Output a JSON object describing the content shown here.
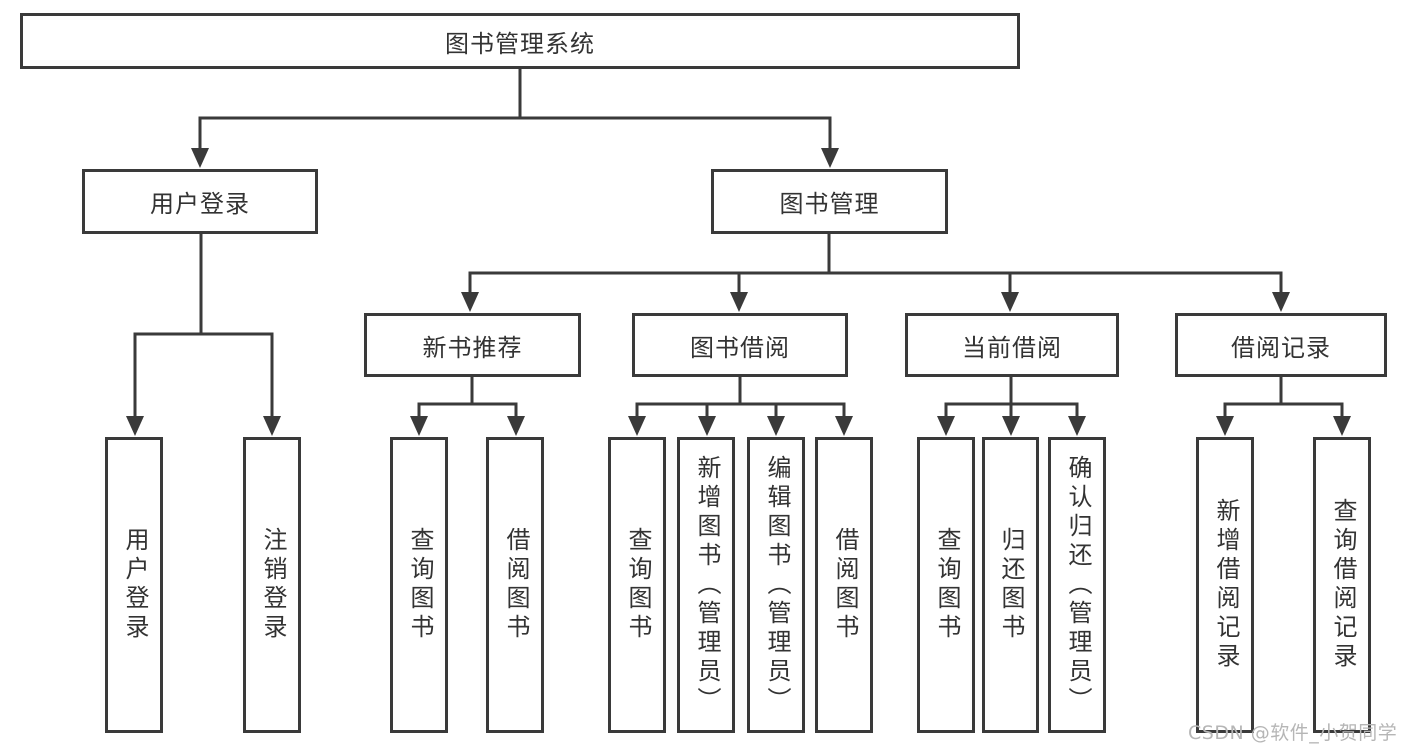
{
  "diagram": {
    "nodes": {
      "root": "图书管理系统",
      "user_login": "用户登录",
      "book_management": "图书管理",
      "new_books": "新书推荐",
      "book_borrowing": "图书借阅",
      "current_borrowing": "当前借阅",
      "borrowing_records": "借阅记录",
      "leaf_user_login": "用户登录",
      "leaf_logout": "注销登录",
      "leaf_nb_query_books": "查询图书",
      "leaf_nb_borrow_books": "借阅图书",
      "leaf_bb_query_books": "查询图书",
      "leaf_bb_add_books": "新增图书（管理员）",
      "leaf_bb_edit_books": "编辑图书（管理员）",
      "leaf_bb_borrow_books": "借阅图书",
      "leaf_cb_query_books": "查询图书",
      "leaf_cb_return_books": "归还图书",
      "leaf_cb_confirm_return": "确认归还（管理员）",
      "leaf_br_add_record": "新增借阅记录",
      "leaf_br_query_record": "查询借阅记录"
    },
    "edges": [
      [
        "root",
        "user_login"
      ],
      [
        "root",
        "book_management"
      ],
      [
        "user_login",
        "leaf_user_login"
      ],
      [
        "user_login",
        "leaf_logout"
      ],
      [
        "book_management",
        "new_books"
      ],
      [
        "book_management",
        "book_borrowing"
      ],
      [
        "book_management",
        "current_borrowing"
      ],
      [
        "book_management",
        "borrowing_records"
      ],
      [
        "new_books",
        "leaf_nb_query_books"
      ],
      [
        "new_books",
        "leaf_nb_borrow_books"
      ],
      [
        "book_borrowing",
        "leaf_bb_query_books"
      ],
      [
        "book_borrowing",
        "leaf_bb_add_books"
      ],
      [
        "book_borrowing",
        "leaf_bb_edit_books"
      ],
      [
        "book_borrowing",
        "leaf_bb_borrow_books"
      ],
      [
        "current_borrowing",
        "leaf_cb_query_books"
      ],
      [
        "current_borrowing",
        "leaf_cb_return_books"
      ],
      [
        "current_borrowing",
        "leaf_cb_confirm_return"
      ],
      [
        "borrowing_records",
        "leaf_br_add_record"
      ],
      [
        "borrowing_records",
        "leaf_br_query_record"
      ]
    ],
    "colors": {
      "line": "#3a3a3a",
      "text": "#333333",
      "background": "#ffffff",
      "watermark": "#b6b6b6"
    }
  },
  "watermark": "CSDN @软件_小贺同学"
}
